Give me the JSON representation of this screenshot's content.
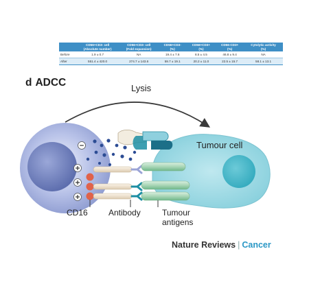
{
  "table": {
    "headers": [
      [
        "",
        ""
      ],
      [
        "CD56+CD3- cell",
        "(Absolute number)"
      ],
      [
        "CD56+CD3- cell",
        "(Fold expansion)"
      ],
      [
        "CD56+CD3-",
        "(%)"
      ],
      [
        "CD56+CD3+",
        "(%)"
      ],
      [
        "CD56-CD3+",
        "(%)"
      ],
      [
        "Cytolytic activity",
        "(%)"
      ]
    ],
    "rows": [
      [
        "Before",
        "1.9 ± 0.7",
        "NA",
        "19.4 ± 7.6",
        "8.5 ± 4.5",
        "46.8 ± 9.4",
        "NA"
      ],
      [
        "After",
        "551.4 ± 420.0",
        "274.7 ± 143.6",
        "59.7 ± 19.1",
        "20.2 ± 11.0",
        "22.5 ± 15.7",
        "58.1 ± 13.1"
      ]
    ]
  },
  "panel": {
    "letter": "d",
    "title": "ADCC"
  },
  "labels": {
    "lysis": "Lysis",
    "tumour_cell": "Tumour cell",
    "cd16": "CD16",
    "antibody": "Antibody",
    "tumour_antigens_line1": "Tumour",
    "tumour_antigens_line2": "antigens",
    "minus": "−",
    "plus": "+"
  },
  "credit": {
    "journal": "Nature Reviews",
    "separator": "|",
    "section": "Cancer"
  },
  "colors": {
    "table_header": "#3e8fc6",
    "table_alt_row": "#dcecf7",
    "nk_cell": "#7f8fc9",
    "tumour_cell": "#8fd3df",
    "tumour_nucleus": "#49b9cb",
    "granules": "#2c4c94",
    "antibody_receptor_orange": "#e0624a",
    "antibody_teal": "#1c8ea3",
    "antigen_green": "#8ec7a0",
    "credit_accent": "#2a97c5"
  }
}
